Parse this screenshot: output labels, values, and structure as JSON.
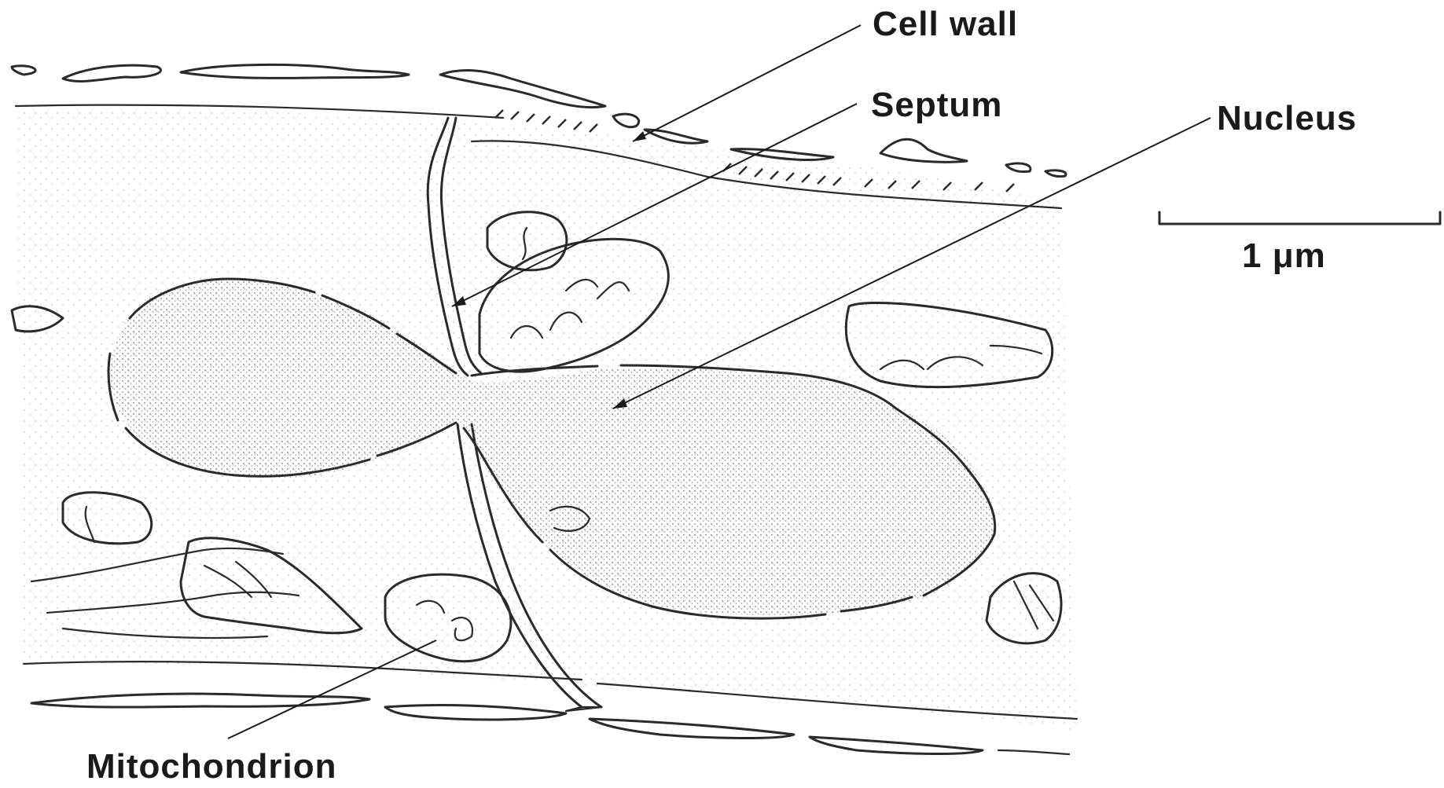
{
  "labels": {
    "cell_wall": "Cell wall",
    "septum": "Septum",
    "nucleus": "Nucleus",
    "mitochondrion": "Mitochondrion",
    "scale": "1 μm"
  },
  "colors": {
    "ink": "#2a2a2a",
    "cytoplasm_stipple": "#bfbfbf",
    "nucleus_stipple": "#7a7a7a",
    "background": "#ffffff"
  }
}
